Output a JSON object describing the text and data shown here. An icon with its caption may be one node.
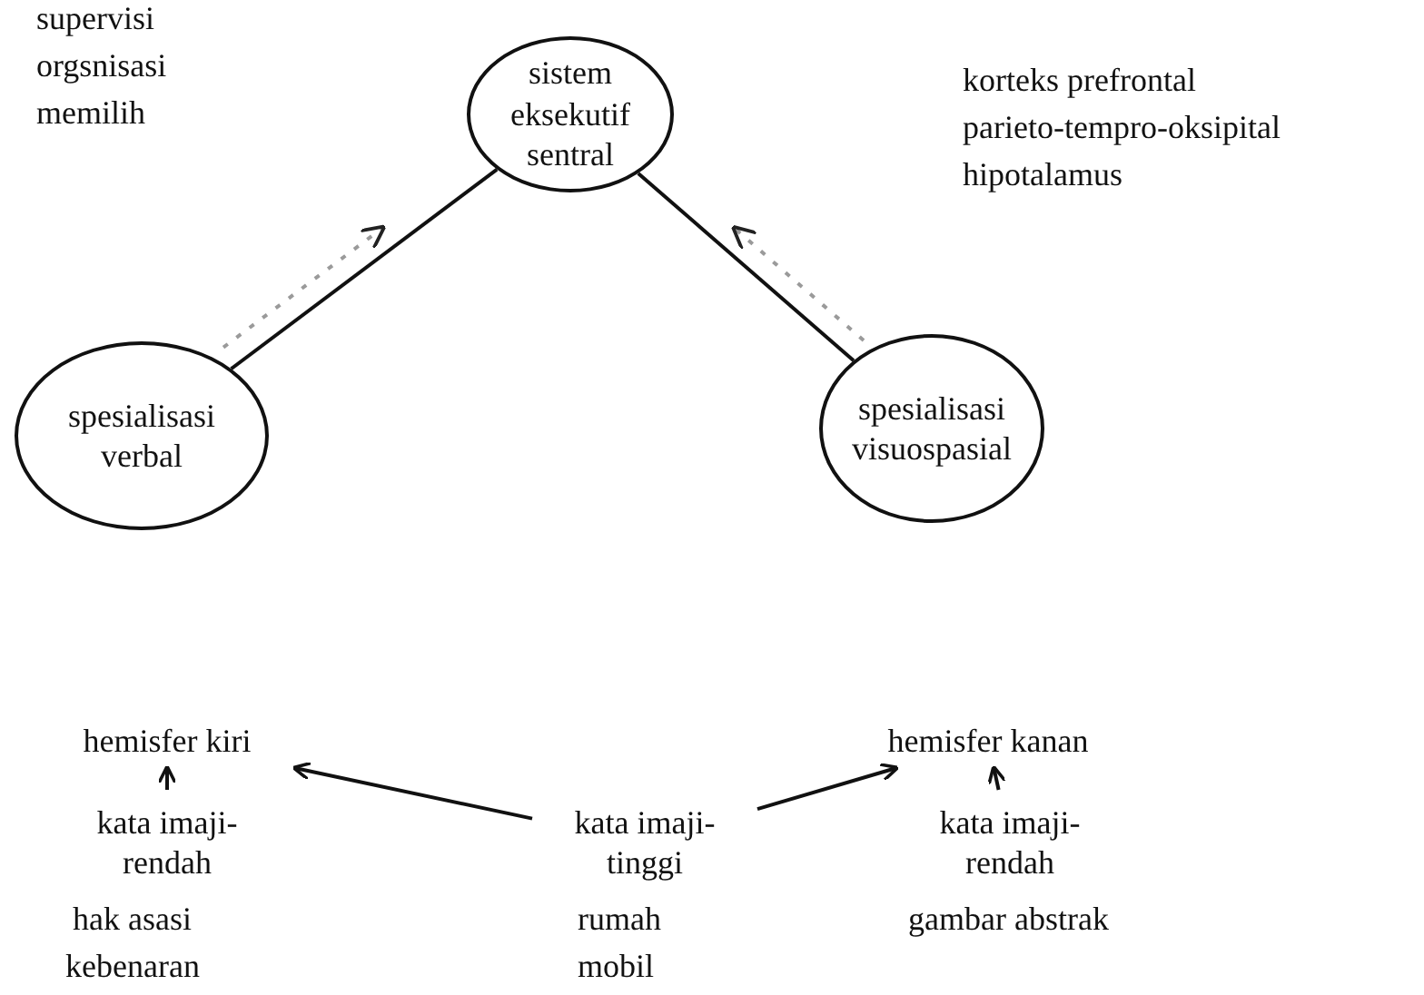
{
  "diagram": {
    "nodes": [
      {
        "text": [
          "sistem eksekutif sentral"
        ]
      },
      {
        "text": [
          "spesialisasi verbal"
        ]
      },
      {
        "text": [
          "spesialisasi visuospasial"
        ]
      },
      {
        "text": [
          "hemisfer kiri"
        ]
      },
      {
        "text": [
          "hemisfer kanan"
        ]
      },
      {
        "text": [
          "kata imaji-rendah"
        ]
      },
      {
        "text": [
          "kata imaji-tinggi"
        ]
      },
      {
        "text": [
          "kata imaji-rendah"
        ]
      }
    ],
    "edges": [
      {
        "from": 1,
        "to": 0,
        "arrow": "none"
      },
      {
        "from": 2,
        "to": 0,
        "arrow": "none"
      },
      {
        "from": 1,
        "to": 0,
        "arrow": "to",
        "style": "dashed",
        "color": "#9a9a9a"
      },
      {
        "from": 2,
        "to": 0,
        "arrow": "to",
        "style": "dashed",
        "color": "#9a9a9a"
      },
      {
        "from": 5,
        "to": 3,
        "arrow": "to"
      },
      {
        "from": 6,
        "to": 3,
        "arrow": "to"
      },
      {
        "from": 6,
        "to": 4,
        "arrow": "to"
      },
      {
        "from": 7,
        "to": 4,
        "arrow": "to"
      }
    ],
    "labels": [
      "supervisi",
      "orgsnisasi",
      "memilih",
      "korteks prefrontal",
      "parieto-tempro-oksipital",
      "hipotalamus",
      "hak asasi",
      "kebenaran",
      "rumah",
      "mobil",
      "gambar abstrak"
    ]
  }
}
